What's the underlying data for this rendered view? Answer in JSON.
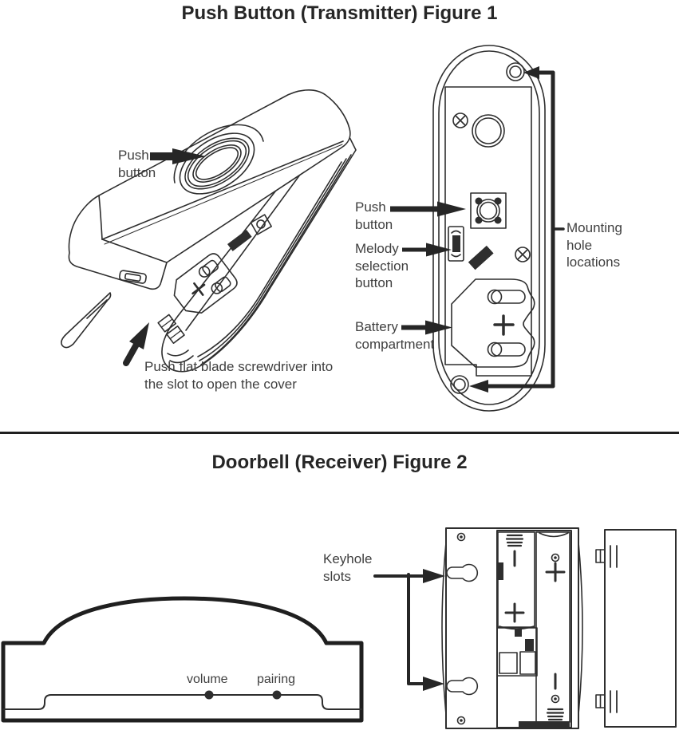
{
  "figure1": {
    "title": "Push Button (Transmitter) Figure 1",
    "labels": {
      "push_button_left": "Push\nbutton",
      "screwdriver_note": "Push flat blade screwdriver into\nthe slot to open the cover",
      "push_button_right": "Push\nbutton",
      "melody_selection": "Melody\nselection\nbutton",
      "battery_compartment": "Battery\ncompartment",
      "mounting_holes": "Mounting\nhole\nlocations"
    }
  },
  "figure2": {
    "title": "Doorbell (Receiver) Figure 2",
    "labels": {
      "keyhole_slots": "Keyhole\nslots",
      "volume": "volume",
      "pairing": "pairing"
    }
  },
  "colors": {
    "ink": "#2e2e2e",
    "label_text": "#3f3f3f",
    "title_text": "#262626"
  }
}
